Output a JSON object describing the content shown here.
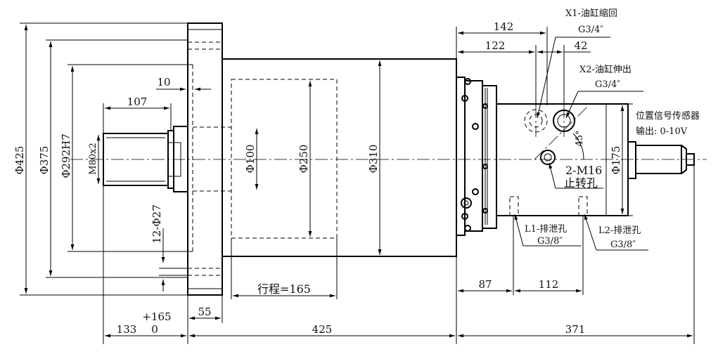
{
  "dimensions": {
    "dia_425": "Φ425",
    "dia_375": "Φ375",
    "dia_292h7": "Φ292H7",
    "m80x2": "M80x2",
    "dia_100": "Φ100",
    "dia_250": "Φ250",
    "dia_310": "Φ310",
    "dia_175": "Φ175",
    "holes_12_dia27": "12-Φ27",
    "d10": "10",
    "d107": "107",
    "d142": "142",
    "d122": "122",
    "d42": "42",
    "d45deg": "45°",
    "stroke": "行程=165",
    "d55": "55",
    "plus165": "+165",
    "zero": "0",
    "d133": "133",
    "d425": "425",
    "d371": "371",
    "d87": "87",
    "d112": "112"
  },
  "callouts": {
    "x1_title": "X1-油缸缩回",
    "x1_thread": "G3/4″",
    "x2_title": "X2-油缸伸出",
    "x2_thread": "G3/4″",
    "sensor_title": "位置信号传感器",
    "sensor_output": "输出: 0-10V",
    "m16_count": "2-M16",
    "m16_name": "止转孔",
    "l1_title": "L1-排泄孔",
    "l1_thread": "G3/8″",
    "l2_title": "L2-排泄孔",
    "l2_thread": "G3/8″"
  }
}
